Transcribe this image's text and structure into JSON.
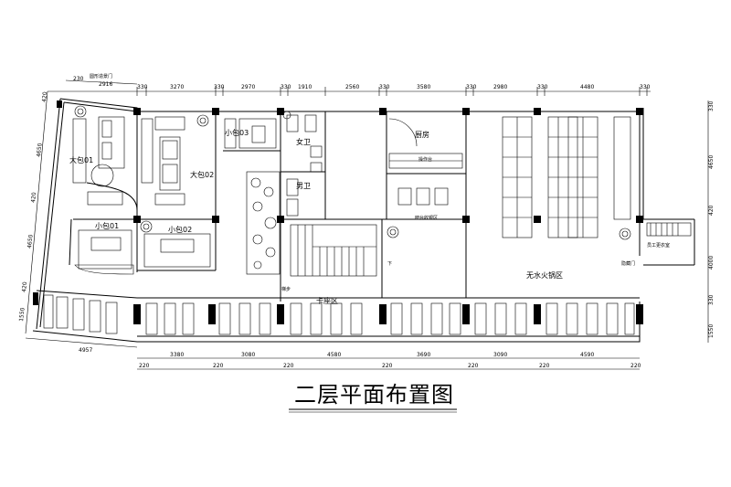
{
  "title": "二层平面布置图",
  "top_dimensions": [
    "230",
    "2916",
    "330",
    "3270",
    "330",
    "2970",
    "330",
    "1910",
    "2560",
    "330",
    "3580",
    "330",
    "2980",
    "330",
    "4480",
    "330"
  ],
  "bottom_dimensions": [
    "3380",
    "3080",
    "4580",
    "3690",
    "3090",
    "4590"
  ],
  "bottom_small_dims": [
    "220",
    "220",
    "220",
    "220",
    "220",
    "220",
    "220"
  ],
  "left_dimensions": [
    "420",
    "4650",
    "420",
    "4650",
    "420",
    "1550"
  ],
  "right_dimensions": [
    "330",
    "4650",
    "420",
    "4000",
    "330",
    "1550"
  ],
  "left_bottom_dim": "4957",
  "top_left_label": "圆形造景门",
  "rooms": {
    "big1": "大包01",
    "big2": "大包02",
    "small1": "小包01",
    "small2": "小包02",
    "small3": "小包03",
    "female_wc": "女卫",
    "male_wc": "男卫",
    "kitchen": "厨房",
    "booth": "卡座区",
    "hotpot": "无水火锅区",
    "staff": "员工更衣室",
    "bar": "吧台收银区",
    "counter": "操作台",
    "hidden_door": "隐藏门",
    "stair_down": "下",
    "stair_note": "梯步"
  }
}
